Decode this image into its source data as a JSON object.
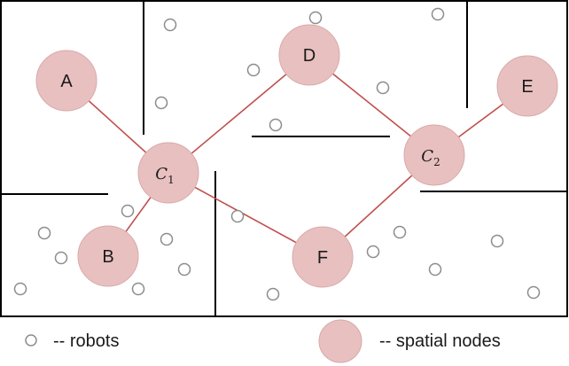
{
  "colors": {
    "node_fill": "#e8c0c0",
    "node_stroke": "#d9a9a9",
    "edge": "#c0504d",
    "robot_stroke": "#8c8c8c",
    "wall": "#000000"
  },
  "nodes": {
    "A": "A",
    "B": "B",
    "D": "D",
    "E": "E",
    "F": "F",
    "C1": {
      "base": "C",
      "sub": "1"
    },
    "C2": {
      "base": "C",
      "sub": "2"
    }
  },
  "edges": [
    [
      "A",
      "C1"
    ],
    [
      "B",
      "C1"
    ],
    [
      "C1",
      "D"
    ],
    [
      "C1",
      "F"
    ],
    [
      "D",
      "C2"
    ],
    [
      "F",
      "C2"
    ],
    [
      "C2",
      "E"
    ]
  ],
  "legend": {
    "robots_label": "-- robots",
    "nodes_label": "-- spatial nodes"
  }
}
